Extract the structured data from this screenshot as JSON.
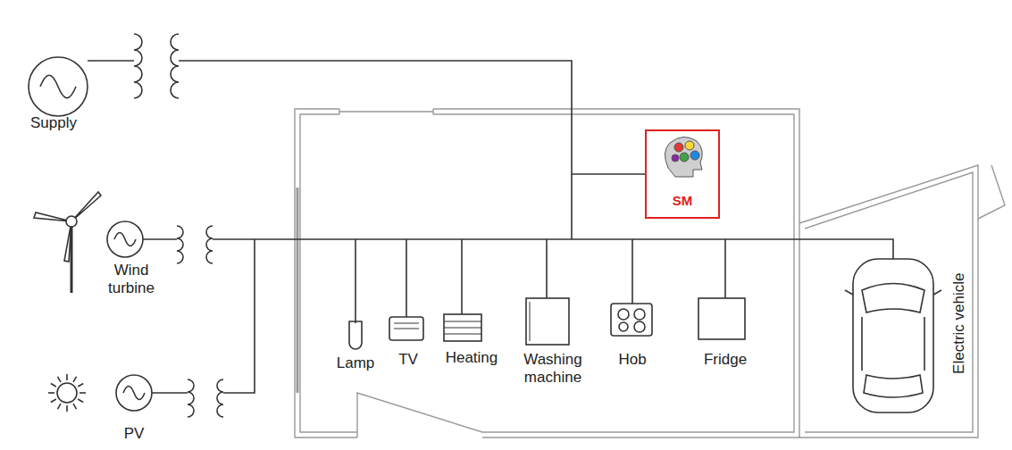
{
  "diagram": {
    "nodes": [
      {
        "text": [
          "SM"
        ]
      }
    ],
    "labels": [
      "Supply",
      "Wind turbine",
      "PV",
      "Lamp",
      "TV",
      "Heating",
      "Washing machine",
      "Hob",
      "Fridge",
      "Electric vehicle"
    ]
  }
}
